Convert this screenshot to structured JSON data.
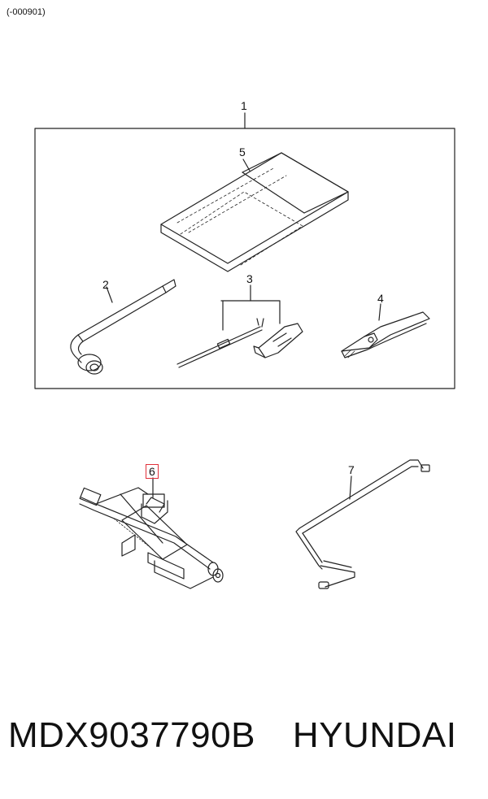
{
  "header": {
    "code": "(-000901)"
  },
  "callouts": [
    {
      "id": "1",
      "label": "1"
    },
    {
      "id": "2",
      "label": "2"
    },
    {
      "id": "3",
      "label": "3"
    },
    {
      "id": "4",
      "label": "4"
    },
    {
      "id": "5",
      "label": "5"
    },
    {
      "id": "6",
      "label": "6",
      "highlighted": true,
      "highlight_color": "#e0303a"
    },
    {
      "id": "7",
      "label": "7"
    }
  ],
  "parts": {
    "tool_bag": "tool-bag-icon",
    "wheel_wrench": "wheel-wrench-icon",
    "screwdriver": "screwdriver-icon",
    "pliers": "pliers-icon",
    "scissor_jack": "scissor-jack-icon",
    "jack_handle": "jack-handle-icon"
  },
  "caption": {
    "part_number": "MDX9037790B",
    "brand": "HYUNDAI"
  }
}
